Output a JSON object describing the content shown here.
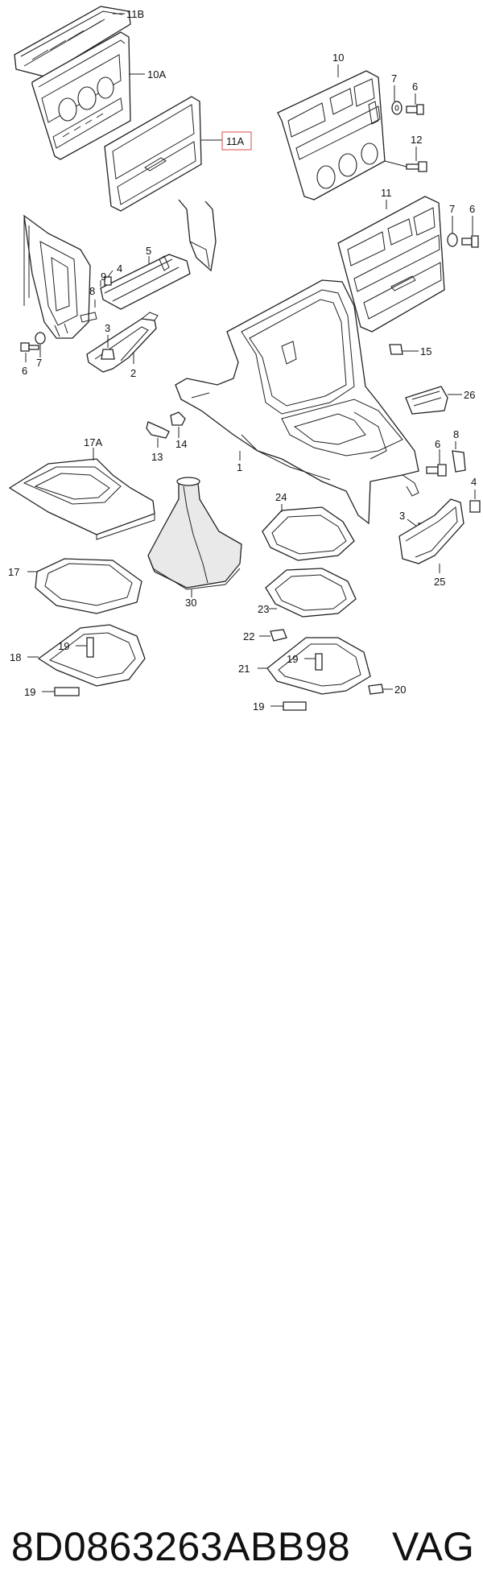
{
  "diagram": {
    "callouts": {
      "c11B": "11B",
      "c10A": "10A",
      "c11A": "11A",
      "c10": "10",
      "c7a": "7",
      "c6a": "6",
      "c12": "12",
      "c11": "11",
      "c7b": "7",
      "c6b": "6",
      "c4a": "4",
      "c5": "5",
      "c9": "9",
      "c8a": "8",
      "c3a": "3",
      "c2": "2",
      "c6c": "6",
      "c7c": "7",
      "c15": "15",
      "c26": "26",
      "c13": "13",
      "c14": "14",
      "c1": "1",
      "c8b": "8",
      "c6d": "6",
      "c4b": "4",
      "c3b": "3",
      "c25": "25",
      "c17A": "17A",
      "c17": "17",
      "c30": "30",
      "c24": "24",
      "c23": "23",
      "c22": "22",
      "c21": "21",
      "c19a": "19",
      "c19b": "19",
      "c19c": "19",
      "c19d": "19",
      "c18": "18",
      "c20": "20"
    },
    "highlight_color": "#e06a6a"
  },
  "caption": {
    "part_number": "8D0863263ABB98",
    "brand": "VAG"
  }
}
